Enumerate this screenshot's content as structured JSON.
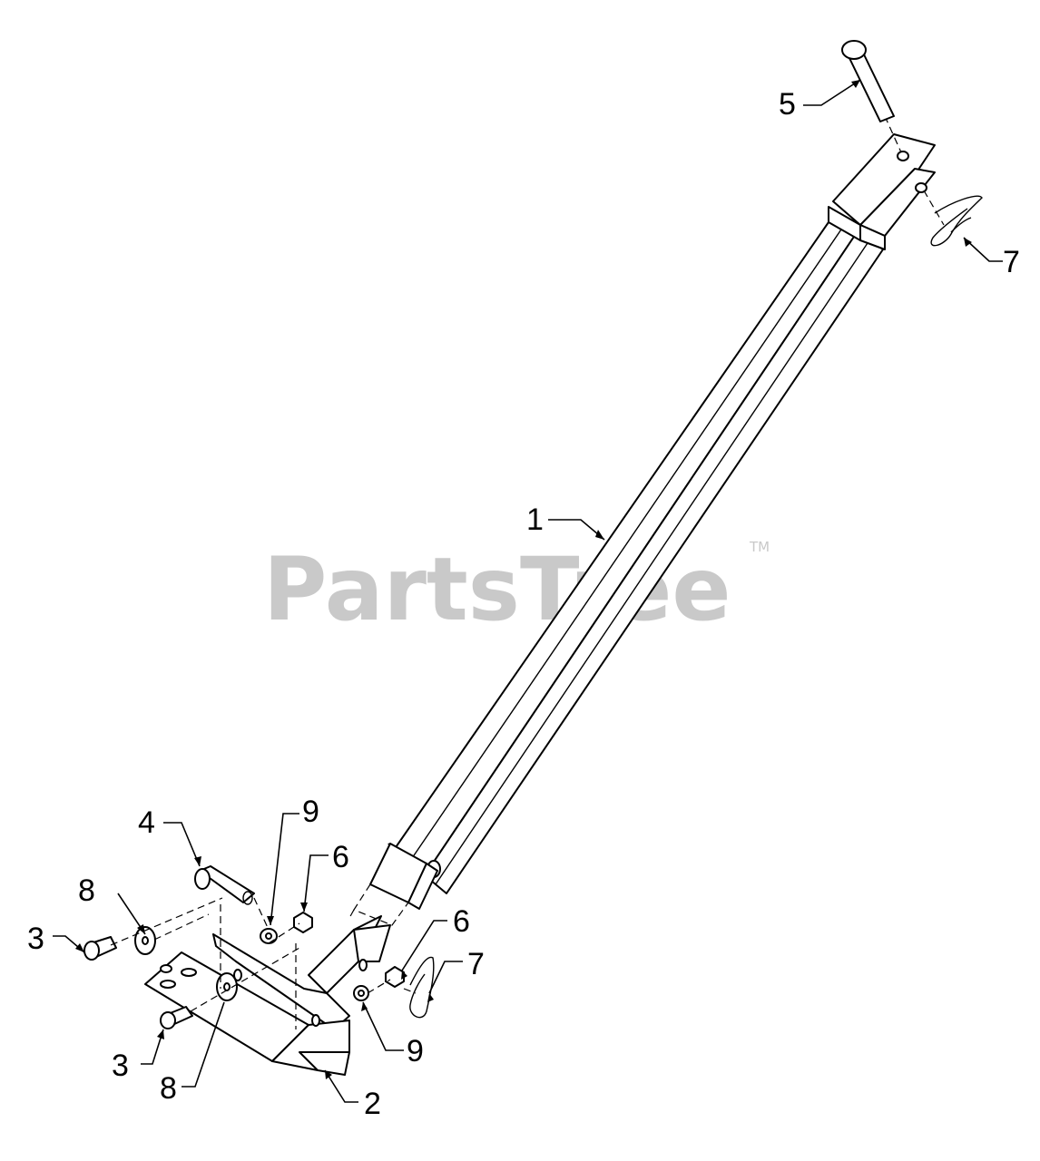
{
  "diagram": {
    "watermark": "PartsTree",
    "trademark": "TM",
    "callouts": {
      "c1": "1",
      "c2": "2",
      "c3a": "3",
      "c3b": "3",
      "c4": "4",
      "c5": "5",
      "c6a": "6",
      "c6b": "6",
      "c7a": "7",
      "c7b": "7",
      "c8a": "8",
      "c8b": "8",
      "c9a": "9",
      "c9b": "9"
    }
  }
}
